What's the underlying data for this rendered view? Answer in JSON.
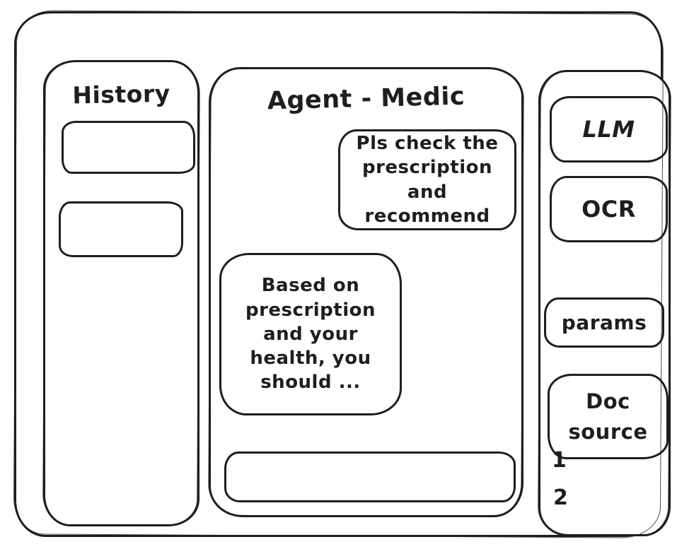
{
  "colors": {
    "stroke": "#1e1e1e",
    "background": "#ffffff"
  },
  "history": {
    "title": "History",
    "items": [
      "",
      ""
    ]
  },
  "chat": {
    "title": "Agent - Medic",
    "messages": [
      {
        "role": "user",
        "text": "Pls check the prescription and recommend"
      },
      {
        "role": "assistant",
        "text": "Based on prescription and your health, you should ..."
      }
    ],
    "input_value": ""
  },
  "tools": {
    "llm_label": "LLM",
    "ocr_label": "OCR",
    "params_label": "params",
    "doc_source_label": "Doc source",
    "doc_items": [
      "1",
      "2"
    ]
  }
}
